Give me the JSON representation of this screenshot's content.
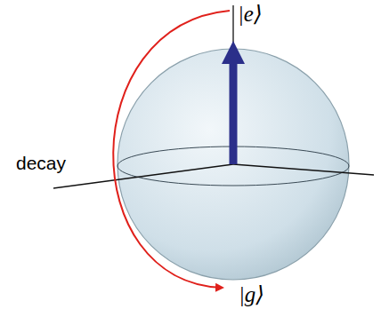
{
  "diagram": {
    "labels": [
      "|e⟩",
      "decay",
      "|g⟩"
    ]
  }
}
